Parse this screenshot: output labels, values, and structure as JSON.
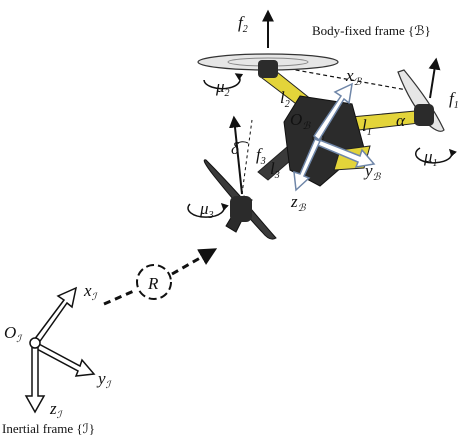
{
  "body_frame": {
    "caption": "Body-fixed frame",
    "set": "{ℬ}",
    "origin": "O",
    "origin_sub": "ℬ",
    "x_axis": "x",
    "y_axis": "y",
    "z_axis": "z",
    "axis_sub": "ℬ"
  },
  "inertial_frame": {
    "caption": "Inertial frame",
    "set": "{ℐ}",
    "origin": "O",
    "origin_sub": "ℐ",
    "x_axis": "x",
    "y_axis": "y",
    "z_axis": "z",
    "axis_sub": "ℐ"
  },
  "rotation": {
    "symbol": "R"
  },
  "rotors": [
    {
      "force": "f",
      "index": "1",
      "moment": "μ",
      "arm": "l"
    },
    {
      "force": "f",
      "index": "2",
      "moment": "μ",
      "arm": "l"
    },
    {
      "force": "f",
      "index": "3",
      "moment": "μ",
      "arm": "l"
    }
  ],
  "angles": {
    "alpha": "α",
    "delta": "δ"
  },
  "colors": {
    "arm_yellow": "#e3d43a",
    "body_dark": "#2b2b2b",
    "axis_fill": "#ffffff",
    "axis_stroke": "#6f86a8",
    "ink": "#111111"
  }
}
